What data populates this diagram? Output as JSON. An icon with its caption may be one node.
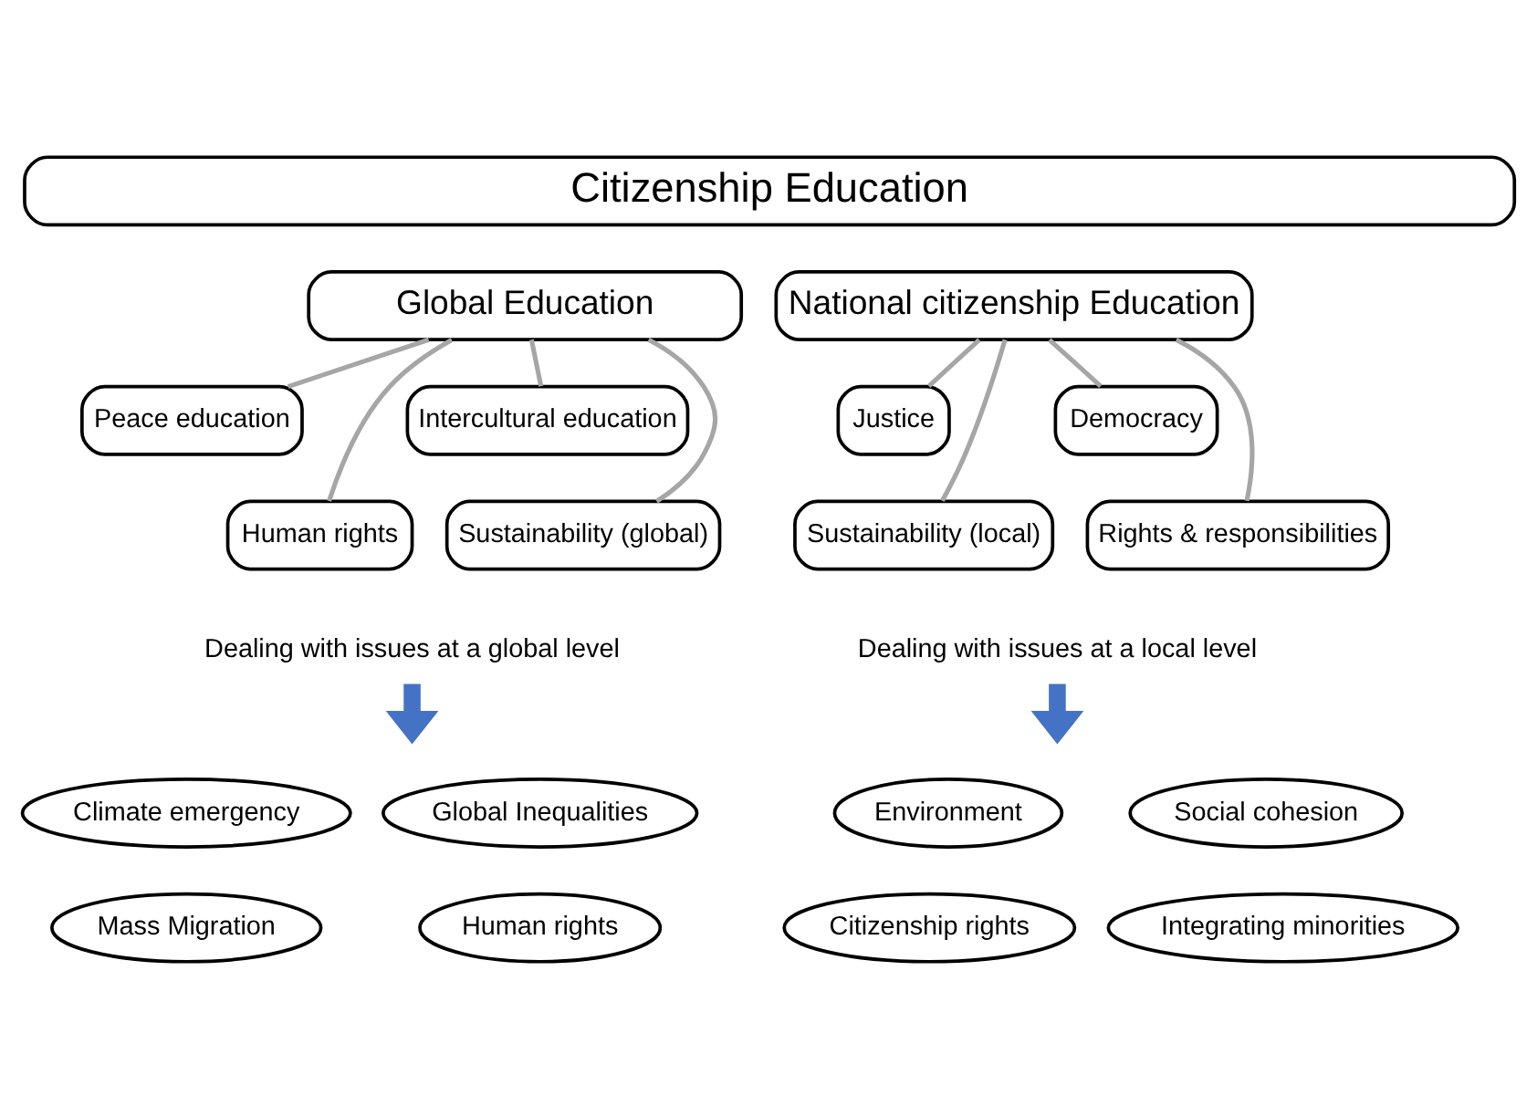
{
  "diagram": {
    "nodes": [
      {
        "text": [
          "Citizenship Education"
        ]
      },
      {
        "text": [
          "Global Education"
        ]
      },
      {
        "text": [
          "National citizenship Education"
        ]
      },
      {
        "text": [
          "Peace education"
        ]
      },
      {
        "text": [
          "Intercultural education"
        ]
      },
      {
        "text": [
          "Justice"
        ]
      },
      {
        "text": [
          "Democracy"
        ]
      },
      {
        "text": [
          "Human rights"
        ]
      },
      {
        "text": [
          "Sustainability (global)"
        ]
      },
      {
        "text": [
          "Sustainability (local)"
        ]
      },
      {
        "text": [
          "Rights & responsibilities"
        ]
      },
      {
        "text": [
          "Dealing with issues at a global level"
        ]
      },
      {
        "text": [
          "Dealing with issues at a local level"
        ]
      },
      {
        "text": [
          "Climate emergency"
        ]
      },
      {
        "text": [
          "Global Inequalities"
        ]
      },
      {
        "text": [
          "Environment"
        ]
      },
      {
        "text": [
          "Social cohesion"
        ]
      },
      {
        "text": [
          "Mass Migration"
        ]
      },
      {
        "text": [
          "Human rights"
        ]
      },
      {
        "text": [
          "Citizenship rights"
        ]
      },
      {
        "text": [
          "Integrating minorities"
        ]
      }
    ],
    "edges": [
      {
        "from": 1,
        "to": 3,
        "arrow": "none"
      },
      {
        "from": 1,
        "to": 4,
        "arrow": "none"
      },
      {
        "from": 1,
        "to": 7,
        "arrow": "none"
      },
      {
        "from": 1,
        "to": 8,
        "arrow": "none"
      },
      {
        "from": 2,
        "to": 5,
        "arrow": "none"
      },
      {
        "from": 2,
        "to": 6,
        "arrow": "none"
      },
      {
        "from": 2,
        "to": 9,
        "arrow": "none"
      },
      {
        "from": 2,
        "to": 10,
        "arrow": "none"
      },
      {
        "from": 11,
        "to": null,
        "arrow": "to",
        "style": "thick",
        "color": "#4472c4"
      },
      {
        "from": 12,
        "to": null,
        "arrow": "to",
        "style": "thick",
        "color": "#4472c4"
      }
    ]
  }
}
